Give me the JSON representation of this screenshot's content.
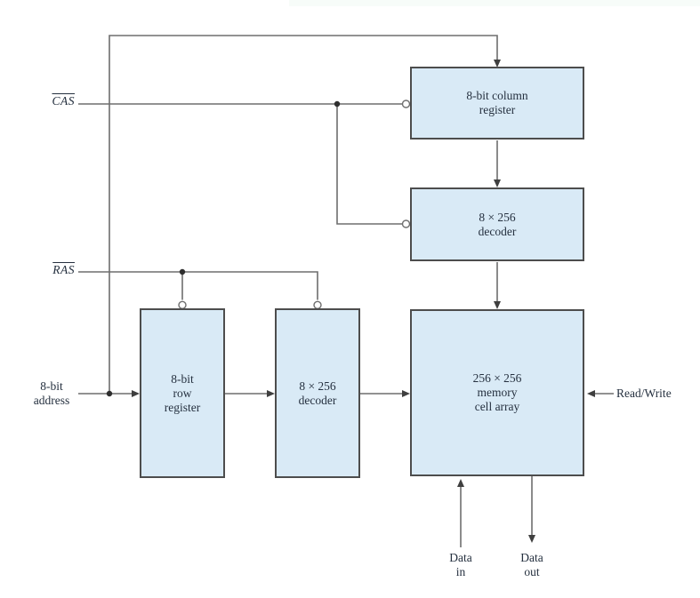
{
  "figure": {
    "type": "block-diagram",
    "subject": "DRAM organization: 256 x 256 memory with row/column address registers and decoders"
  },
  "signals": {
    "cas": "CAS",
    "ras": "RAS",
    "address": {
      "line1": "8-bit",
      "line2": "address"
    },
    "read_write": "Read/Write",
    "data_in": {
      "line1": "Data",
      "line2": "in"
    },
    "data_out": {
      "line1": "Data",
      "line2": "out"
    }
  },
  "blocks": {
    "column_register": {
      "line1": "8-bit column",
      "line2": "register"
    },
    "column_decoder": {
      "line1": "8 × 256",
      "line2": "decoder"
    },
    "memory_array": {
      "line1": "256 × 256",
      "line2": "memory",
      "line3": "cell array"
    },
    "row_register": {
      "line1": "8-bit",
      "line2": "row",
      "line3": "register"
    },
    "row_decoder": {
      "line1": "8 × 256",
      "line2": "decoder"
    }
  },
  "colors": {
    "block_fill": "#d9eaf6",
    "block_border": "#4d4d4d",
    "line_color": "#6e6e6e",
    "text_color": "#25303f",
    "arrow_color": "#3f3f3f",
    "band_color": "#f7fcf9"
  }
}
